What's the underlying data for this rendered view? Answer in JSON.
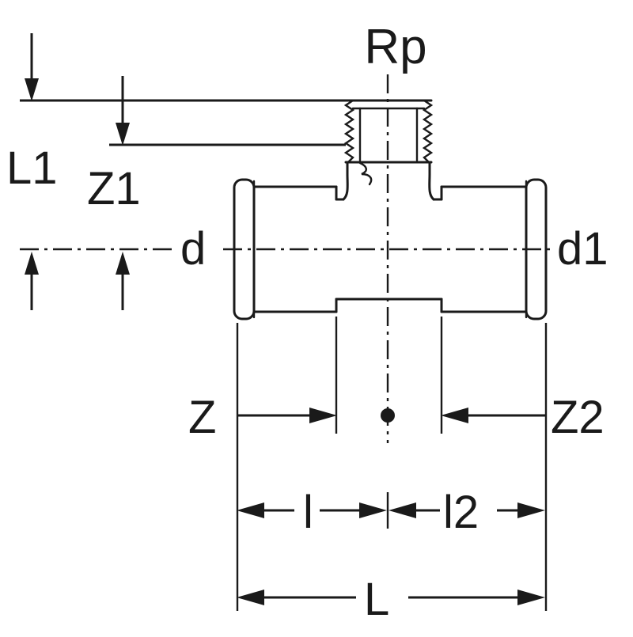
{
  "diagram": {
    "type": "technical-dimension-drawing",
    "subject": "pipe-tee-fitting-with-female-thread",
    "colors": {
      "line": "#1a1a1a",
      "background": "#ffffff"
    },
    "labels": {
      "thread": "Rp",
      "l1": "L1",
      "z1": "Z1",
      "d": "d",
      "d1": "d1",
      "z": "Z",
      "z2": "Z2",
      "l_small": "l",
      "l2_small": "l2",
      "length_total": "L"
    }
  }
}
